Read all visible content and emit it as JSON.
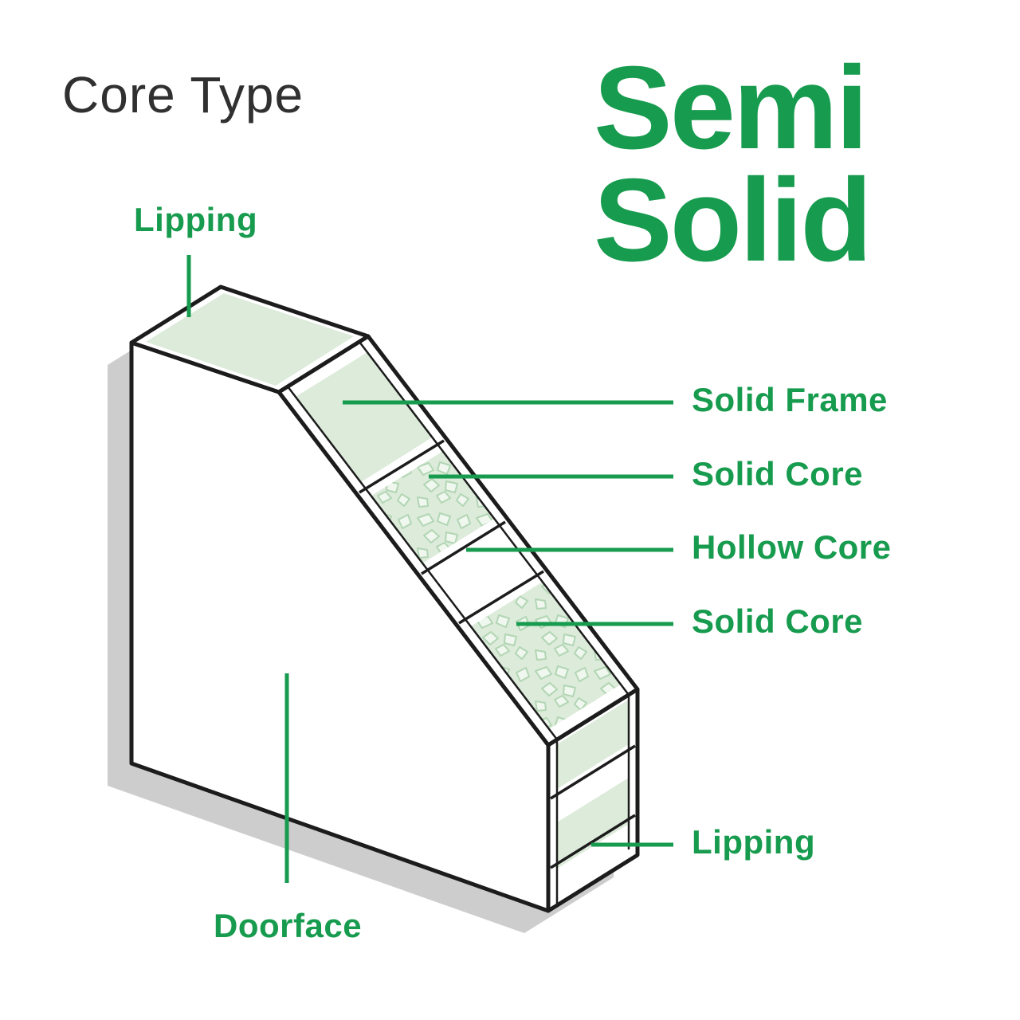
{
  "title": "Core Type",
  "heading": {
    "line1": "Semi",
    "line2": "Solid"
  },
  "labels": {
    "lipping_top": "Lipping",
    "solid_frame": "Solid Frame",
    "solid_core_1": "Solid Core",
    "hollow_core": "Hollow Core",
    "solid_core_2": "Solid Core",
    "lipping_bottom": "Lipping",
    "doorface": "Doorface"
  },
  "colors": {
    "accent_green": "#179b4e",
    "core_fill_green": "#dcebda",
    "chip_fill": "#f0f7ef",
    "chip_stroke": "#b2d6b4",
    "outline": "#1c1c1c",
    "shadow": "#cdcdcd",
    "title_text": "#303030",
    "background": "#ffffff"
  }
}
